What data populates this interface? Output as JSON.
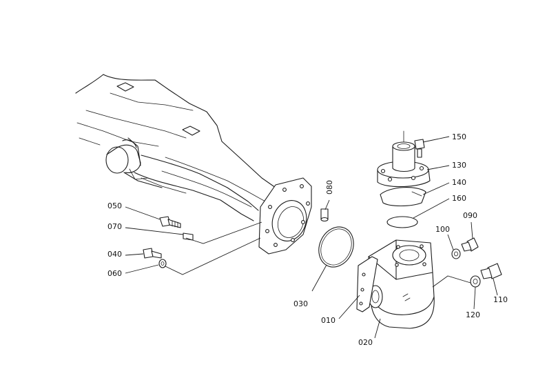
{
  "callouts": {
    "c010": "010",
    "c020": "020",
    "c030": "030",
    "c040": "040",
    "c050": "050",
    "c060": "060",
    "c070": "070",
    "c080": "080",
    "c090": "090",
    "c100": "100",
    "c110": "110",
    "c120": "120",
    "c130": "130",
    "c140": "140",
    "c150": "150",
    "c160": "160"
  },
  "colors": {
    "ink": "#1a1a1a",
    "background": "#ffffff"
  }
}
